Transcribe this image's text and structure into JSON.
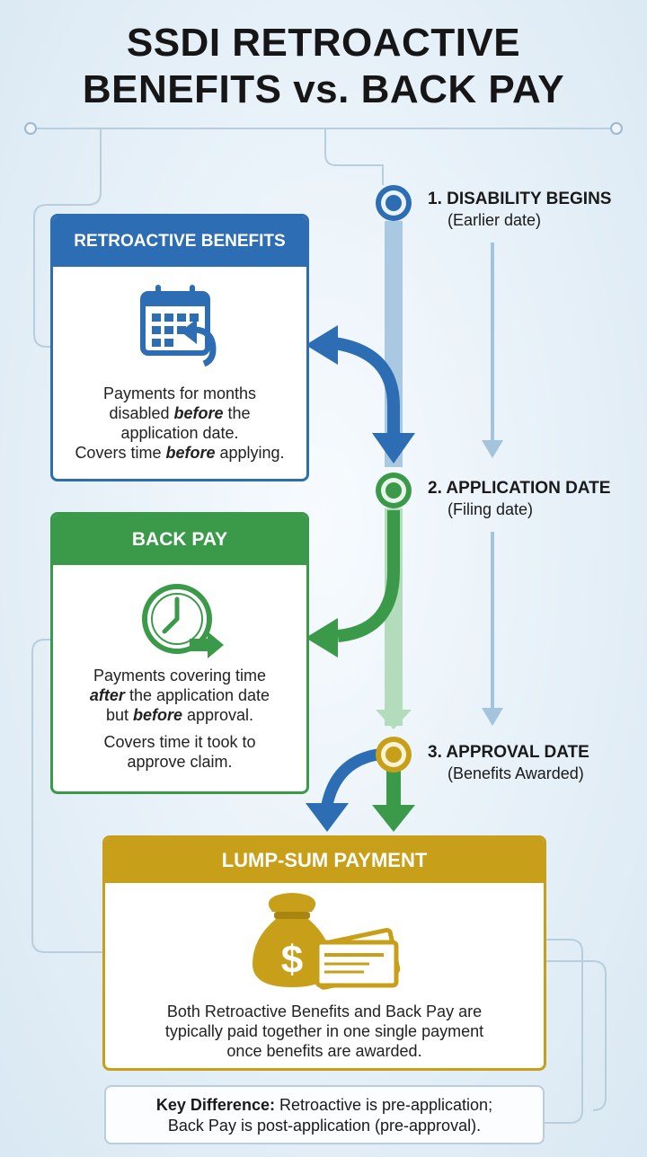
{
  "title": {
    "line1": "SSDI RETROACTIVE",
    "line2": "BENEFITS vs. BACK PAY"
  },
  "colors": {
    "blue": "#2c6db3",
    "green": "#3a9a4a",
    "gold": "#c89f18"
  },
  "steps": [
    {
      "heading": "1. DISABILITY BEGINS",
      "sub": "(Earlier date)"
    },
    {
      "heading": "2. APPLICATION DATE",
      "sub": "(Filing date)"
    },
    {
      "heading": "3. APPROVAL DATE",
      "sub": "(Benefits Awarded)"
    }
  ],
  "retro": {
    "header": "RETROACTIVE BENEFITS",
    "icon": "calendar-return-icon",
    "l1a": "Payments for months",
    "l2a": "disabled ",
    "l2b": "before",
    "l2c": " the",
    "l3a": "application date.",
    "l4a": "Covers time ",
    "l4b": "before",
    "l4c": " applying."
  },
  "back": {
    "header": "BACK PAY",
    "icon": "clock-arrow-icon",
    "l1a": "Payments covering time",
    "l2b": "after",
    "l2c": " the application date",
    "l3a": "but ",
    "l3b": "before",
    "l3c": " approval.",
    "l4a": "Covers time it took to",
    "l5a": "approve claim."
  },
  "lump": {
    "header": "LUMP-SUM PAYMENT",
    "icon": "money-bag-check-icon",
    "bag_symbol": "$",
    "l1": "Both Retroactive Benefits and Back Pay are",
    "l2": "typically paid together in one single payment",
    "l3": "once benefits are awarded."
  },
  "key": {
    "bold": "Key Difference:",
    "rest": " Retroactive is pre-application;",
    "line2": "Back Pay is post-application (pre-approval)."
  }
}
